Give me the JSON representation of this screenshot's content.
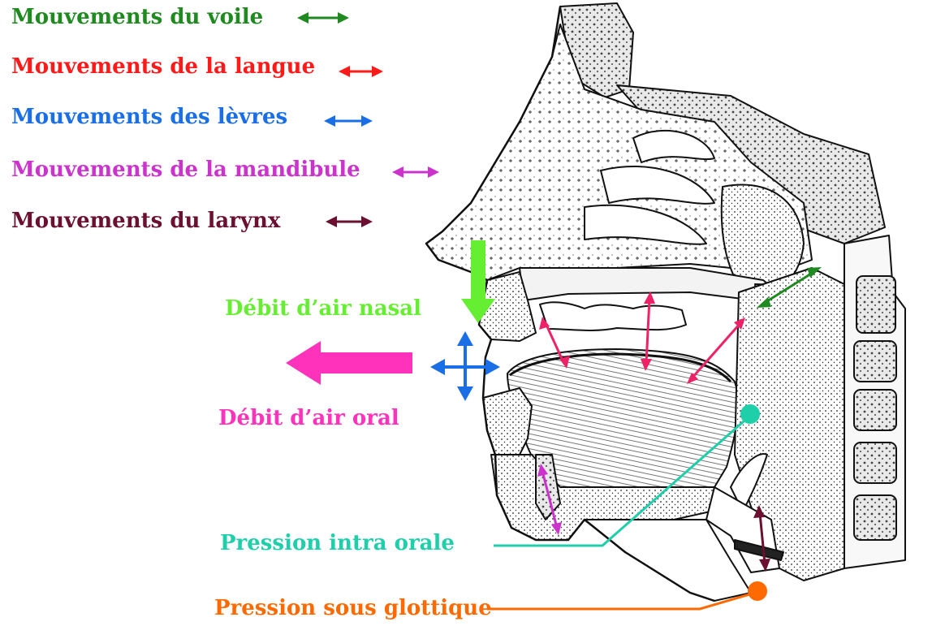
{
  "legend": [
    {
      "label": "Mouvements du voile",
      "color": "#1f8a1f"
    },
    {
      "label": "Mouvements de la langue",
      "color": "#ff1a1a"
    },
    {
      "label": "Mouvements des lèvres",
      "color": "#1a6ee6"
    },
    {
      "label": "Mouvements de la mandibule",
      "color": "#cc33cc"
    },
    {
      "label": "Mouvements du larynx",
      "color": "#6b1030"
    }
  ],
  "annotations": {
    "nasal_flow": {
      "label": "Débit d’air nasal",
      "color": "#66ee33"
    },
    "oral_flow": {
      "label": "Débit d’air oral",
      "color": "#ff33bb"
    },
    "intraoral_pressure": {
      "label": "Pression intra orale",
      "color": "#1fcfaa"
    },
    "subglottic_pressure": {
      "label": "Pression sous glottique",
      "color": "#ff6a00"
    }
  },
  "arrow_colors": {
    "tongue_arrows": "#ee2266",
    "anatomy_line": "#111111",
    "anatomy_fill": "#f3f3f3"
  }
}
